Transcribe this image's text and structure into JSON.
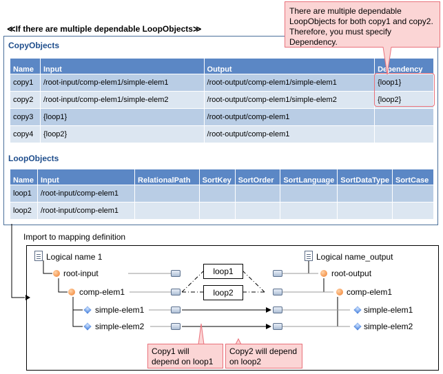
{
  "heading": "≪If there are multiple dependable LoopObjects≫",
  "callout_top": "There are multiple dependable LoopObjects for both copy1 and copy2. Therefore, you must specify Dependency.",
  "copy_objects": {
    "title": "CopyObjects",
    "headers": [
      "Name",
      "Input",
      "Output",
      "Dependency"
    ],
    "rows": [
      [
        "copy1",
        "/root-input/comp-elem1/simple-elem1",
        "/root-output/comp-elem1/simple-elem1",
        "{loop1}"
      ],
      [
        "copy2",
        "/root-input/comp-elem1/simple-elem2",
        "/root-output/comp-elem1/simple-elem2",
        "{loop2}"
      ],
      [
        "copy3",
        "{loop1}",
        "/root-output/comp-elem1",
        ""
      ],
      [
        "copy4",
        "{loop2}",
        "/root-output/comp-elem1",
        ""
      ]
    ]
  },
  "loop_objects": {
    "title": "LoopObjects",
    "headers": [
      "Name",
      "Input",
      "RelationalPath",
      "SortKey",
      "SortOrder",
      "SortLanguage",
      "SortDataType",
      "SortCase"
    ],
    "rows": [
      [
        "loop1",
        "/root-input/comp-elem1",
        "",
        "",
        "",
        "",
        "",
        ""
      ],
      [
        "loop2",
        "/root-input/comp-elem1",
        "",
        "",
        "",
        "",
        "",
        ""
      ]
    ]
  },
  "import_label": "Import to mapping definition",
  "diagram": {
    "left_root": "Logical name 1",
    "left_nodes": [
      "root-input",
      "comp-elem1",
      "simple-elem1",
      "simple-elem2"
    ],
    "right_root": "Logical name_output",
    "right_nodes": [
      "root-output",
      "comp-elem1",
      "simple-elem1",
      "simple-elem2"
    ],
    "loops": [
      "loop1",
      "loop2"
    ],
    "callout_copy1": "Copy1 will depend on loop1",
    "callout_copy2": "Copy2 will depend on loop2"
  },
  "colors": {
    "header_bg": "#5b87c5",
    "row_dark": "#b9cde5",
    "row_light": "#dce6f1",
    "callout_bg": "#fbd5d5",
    "callout_border": "#e9707a",
    "section_title": "#1f4e8c"
  }
}
